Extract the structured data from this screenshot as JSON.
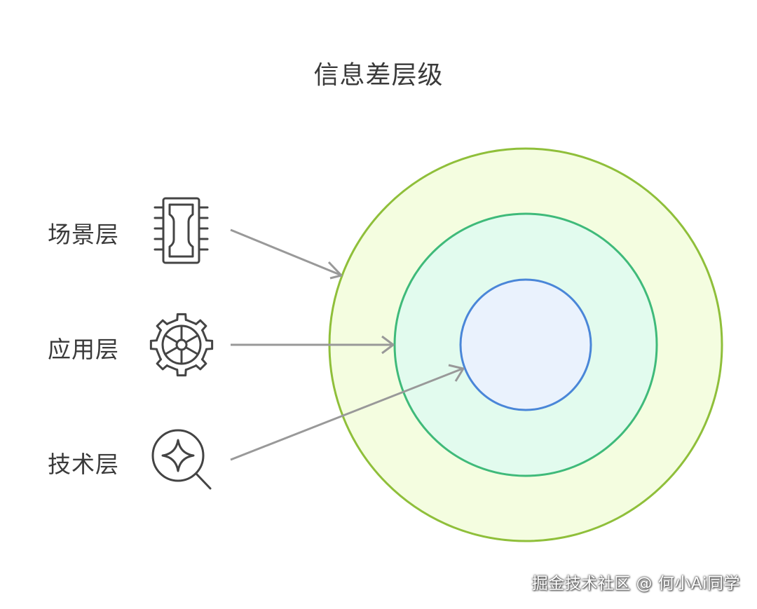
{
  "title": "信息差层级",
  "layers": [
    {
      "label": "场景层",
      "icon": "chip-icon",
      "ring_color": "#8fbf3a",
      "fill_color": "#f4fde0"
    },
    {
      "label": "应用层",
      "icon": "gear-icon",
      "ring_color": "#3fba7a",
      "fill_color": "#e2fbee"
    },
    {
      "label": "技术层",
      "icon": "search-sparkle-icon",
      "ring_color": "#4a86d8",
      "fill_color": "#eaf2fd"
    }
  ],
  "arrow_color": "#999999",
  "icon_color": "#444444",
  "watermark": "掘金技术社区 @ 何小Ai同学"
}
